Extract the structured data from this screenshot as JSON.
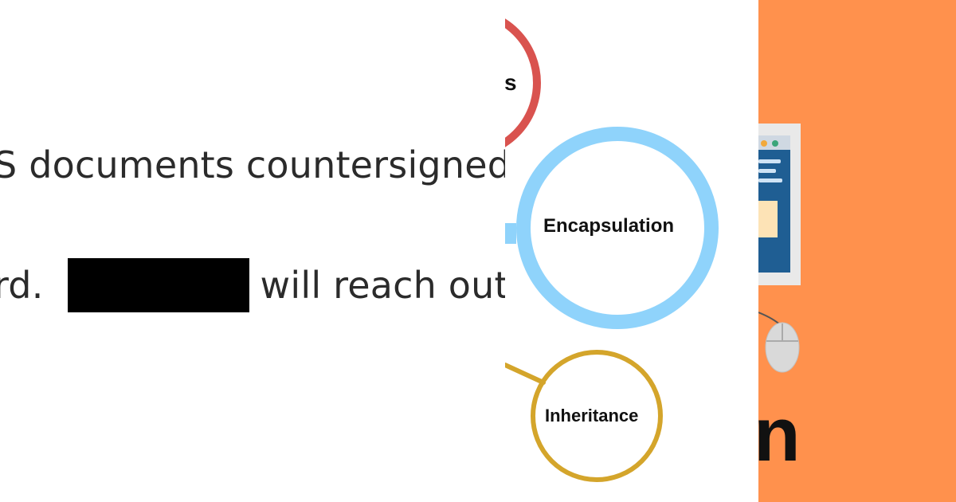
{
  "document": {
    "line1": "S documents countersigned",
    "line2_start": "rd.",
    "line2_end": "will reach out"
  },
  "diagram": {
    "nodes": [
      {
        "label": "s",
        "color": "#d9534f"
      },
      {
        "label": "Encapsulation",
        "color": "#8fd3fb"
      },
      {
        "label": "Inheritance",
        "color": "#d4a52b"
      }
    ]
  },
  "banner": {
    "background": "#ff914d",
    "partial_text": "n",
    "illustration": "computer-monitor-and-mouse-icon"
  }
}
